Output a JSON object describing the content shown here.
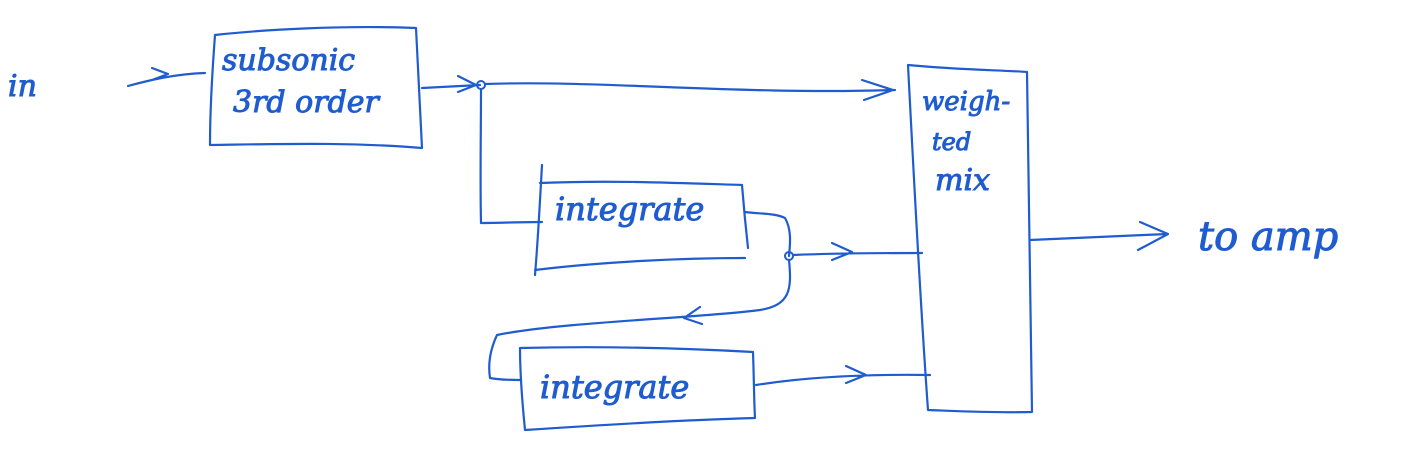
{
  "colors": {
    "ink": "#1f5ccf",
    "background": "#ffffff"
  },
  "labels": {
    "input": "in",
    "filter_line1": "subsonic",
    "filter_line2": "3rd order",
    "integrate_1": "integrate",
    "integrate_2": "integrate",
    "mix_line1": "weigh-",
    "mix_line2": "ted",
    "mix_line3": "mix",
    "output": "to amp"
  }
}
